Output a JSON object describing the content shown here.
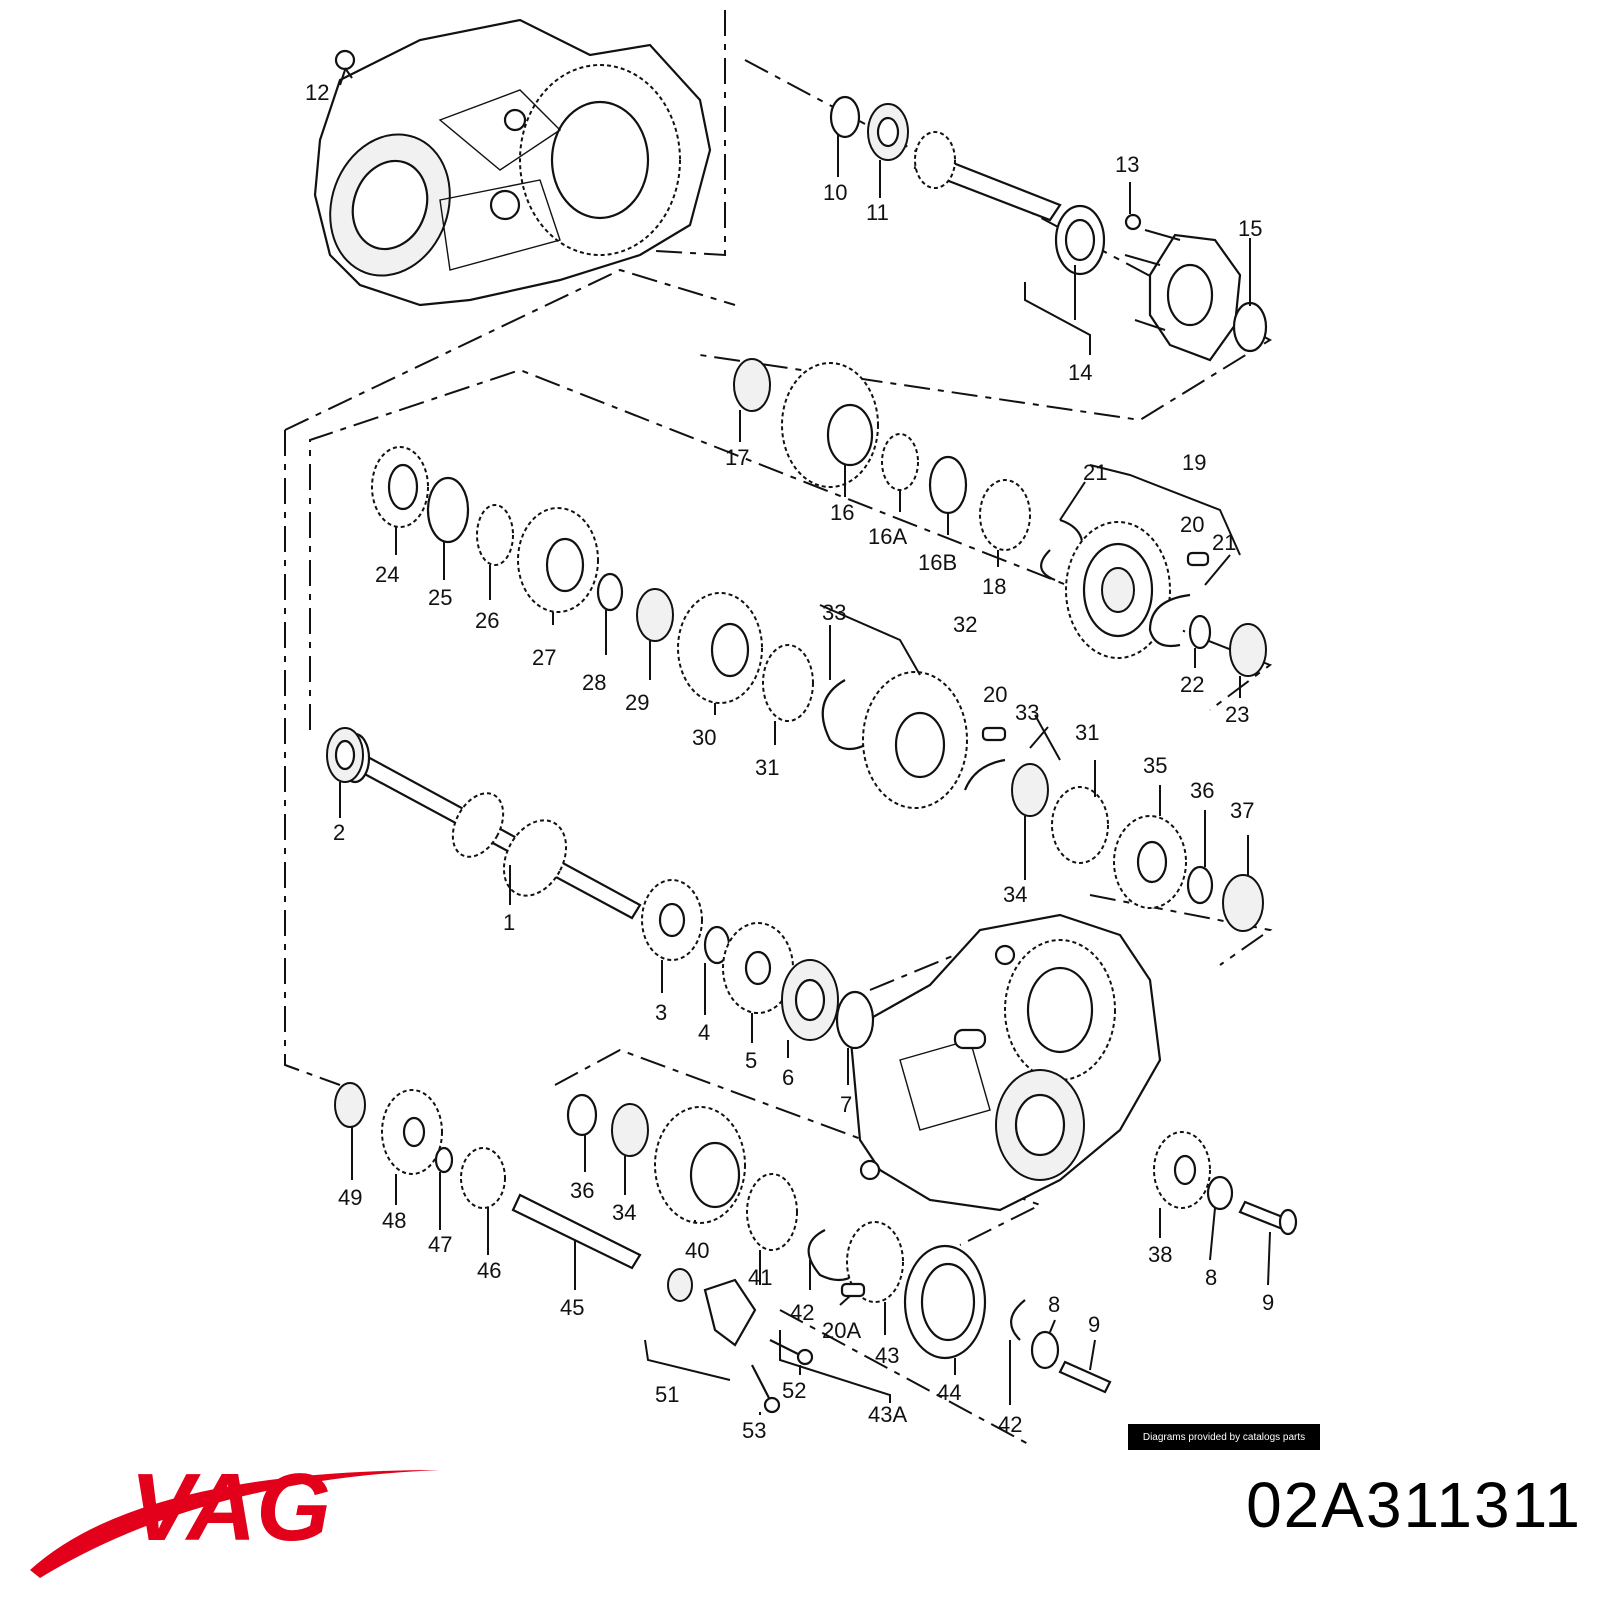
{
  "callouts": [
    {
      "id": "12",
      "label": "12"
    },
    {
      "id": "10",
      "label": "10"
    },
    {
      "id": "11",
      "label": "11"
    },
    {
      "id": "13",
      "label": "13"
    },
    {
      "id": "15",
      "label": "15"
    },
    {
      "id": "14",
      "label": "14"
    },
    {
      "id": "17",
      "label": "17"
    },
    {
      "id": "16",
      "label": "16"
    },
    {
      "id": "16A",
      "label": "16A"
    },
    {
      "id": "16B",
      "label": "16B"
    },
    {
      "id": "18",
      "label": "18"
    },
    {
      "id": "21a",
      "label": "21"
    },
    {
      "id": "19",
      "label": "19"
    },
    {
      "id": "20a",
      "label": "20"
    },
    {
      "id": "21b",
      "label": "21"
    },
    {
      "id": "22",
      "label": "22"
    },
    {
      "id": "23",
      "label": "23"
    },
    {
      "id": "24",
      "label": "24"
    },
    {
      "id": "25",
      "label": "25"
    },
    {
      "id": "26",
      "label": "26"
    },
    {
      "id": "27",
      "label": "27"
    },
    {
      "id": "28",
      "label": "28"
    },
    {
      "id": "29",
      "label": "29"
    },
    {
      "id": "30",
      "label": "30"
    },
    {
      "id": "31a",
      "label": "31"
    },
    {
      "id": "33a",
      "label": "33"
    },
    {
      "id": "32",
      "label": "32"
    },
    {
      "id": "20b",
      "label": "20"
    },
    {
      "id": "33b",
      "label": "33"
    },
    {
      "id": "31b",
      "label": "31"
    },
    {
      "id": "35",
      "label": "35"
    },
    {
      "id": "36a",
      "label": "36"
    },
    {
      "id": "37",
      "label": "37"
    },
    {
      "id": "34a",
      "label": "34"
    },
    {
      "id": "2",
      "label": "2"
    },
    {
      "id": "1",
      "label": "1"
    },
    {
      "id": "3",
      "label": "3"
    },
    {
      "id": "4",
      "label": "4"
    },
    {
      "id": "5",
      "label": "5"
    },
    {
      "id": "6",
      "label": "6"
    },
    {
      "id": "7",
      "label": "7"
    },
    {
      "id": "49",
      "label": "49"
    },
    {
      "id": "48",
      "label": "48"
    },
    {
      "id": "47",
      "label": "47"
    },
    {
      "id": "46",
      "label": "46"
    },
    {
      "id": "45",
      "label": "45"
    },
    {
      "id": "36b",
      "label": "36"
    },
    {
      "id": "34b",
      "label": "34"
    },
    {
      "id": "40",
      "label": "40"
    },
    {
      "id": "41",
      "label": "41"
    },
    {
      "id": "42a",
      "label": "42"
    },
    {
      "id": "20A",
      "label": "20A"
    },
    {
      "id": "43",
      "label": "43"
    },
    {
      "id": "44",
      "label": "44"
    },
    {
      "id": "42b",
      "label": "42"
    },
    {
      "id": "43A",
      "label": "43A"
    },
    {
      "id": "51",
      "label": "51"
    },
    {
      "id": "52",
      "label": "52"
    },
    {
      "id": "53",
      "label": "53"
    },
    {
      "id": "8a",
      "label": "8"
    },
    {
      "id": "9a",
      "label": "9"
    },
    {
      "id": "38",
      "label": "38"
    },
    {
      "id": "8b",
      "label": "8"
    },
    {
      "id": "9b",
      "label": "9"
    }
  ],
  "credit": "Diagrams provided by catalogs parts",
  "brand": {
    "name": "VAG",
    "color": "#e2001a"
  },
  "part_number": "02A311311"
}
